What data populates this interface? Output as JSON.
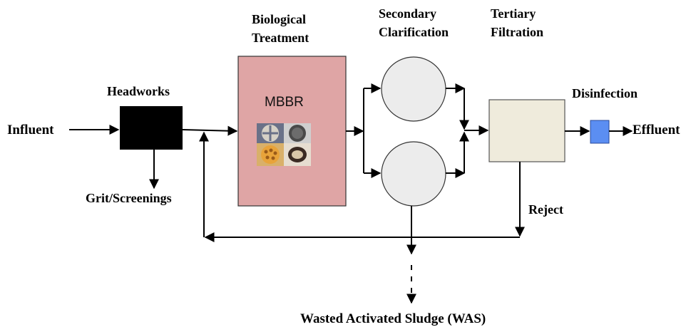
{
  "labels": {
    "influent": "Influent",
    "headworks": "Headworks",
    "grit_screenings": "Grit/Screenings",
    "biological_treatment_1": "Biological",
    "biological_treatment_2": "Treatment",
    "mbbr": "MBBR",
    "secondary_clarification_1": "Secondary",
    "secondary_clarification_2": "Clarification",
    "tertiary_filtration_1": "Tertiary",
    "tertiary_filtration_2": "Filtration",
    "disinfection": "Disinfection",
    "effluent": "Effluent",
    "reject": "Reject",
    "was": "Wasted Activated Sludge (WAS)"
  },
  "colors": {
    "headworks_box": "#000000",
    "biological_box": "#dfa5a5",
    "clarifier": "#ececec",
    "filtration_box": "#efebdc",
    "disinfection_box": "#5b8ef2",
    "line": "#000000"
  },
  "icons": {
    "mbbr_media": "mbbr-carrier-media-photo"
  }
}
